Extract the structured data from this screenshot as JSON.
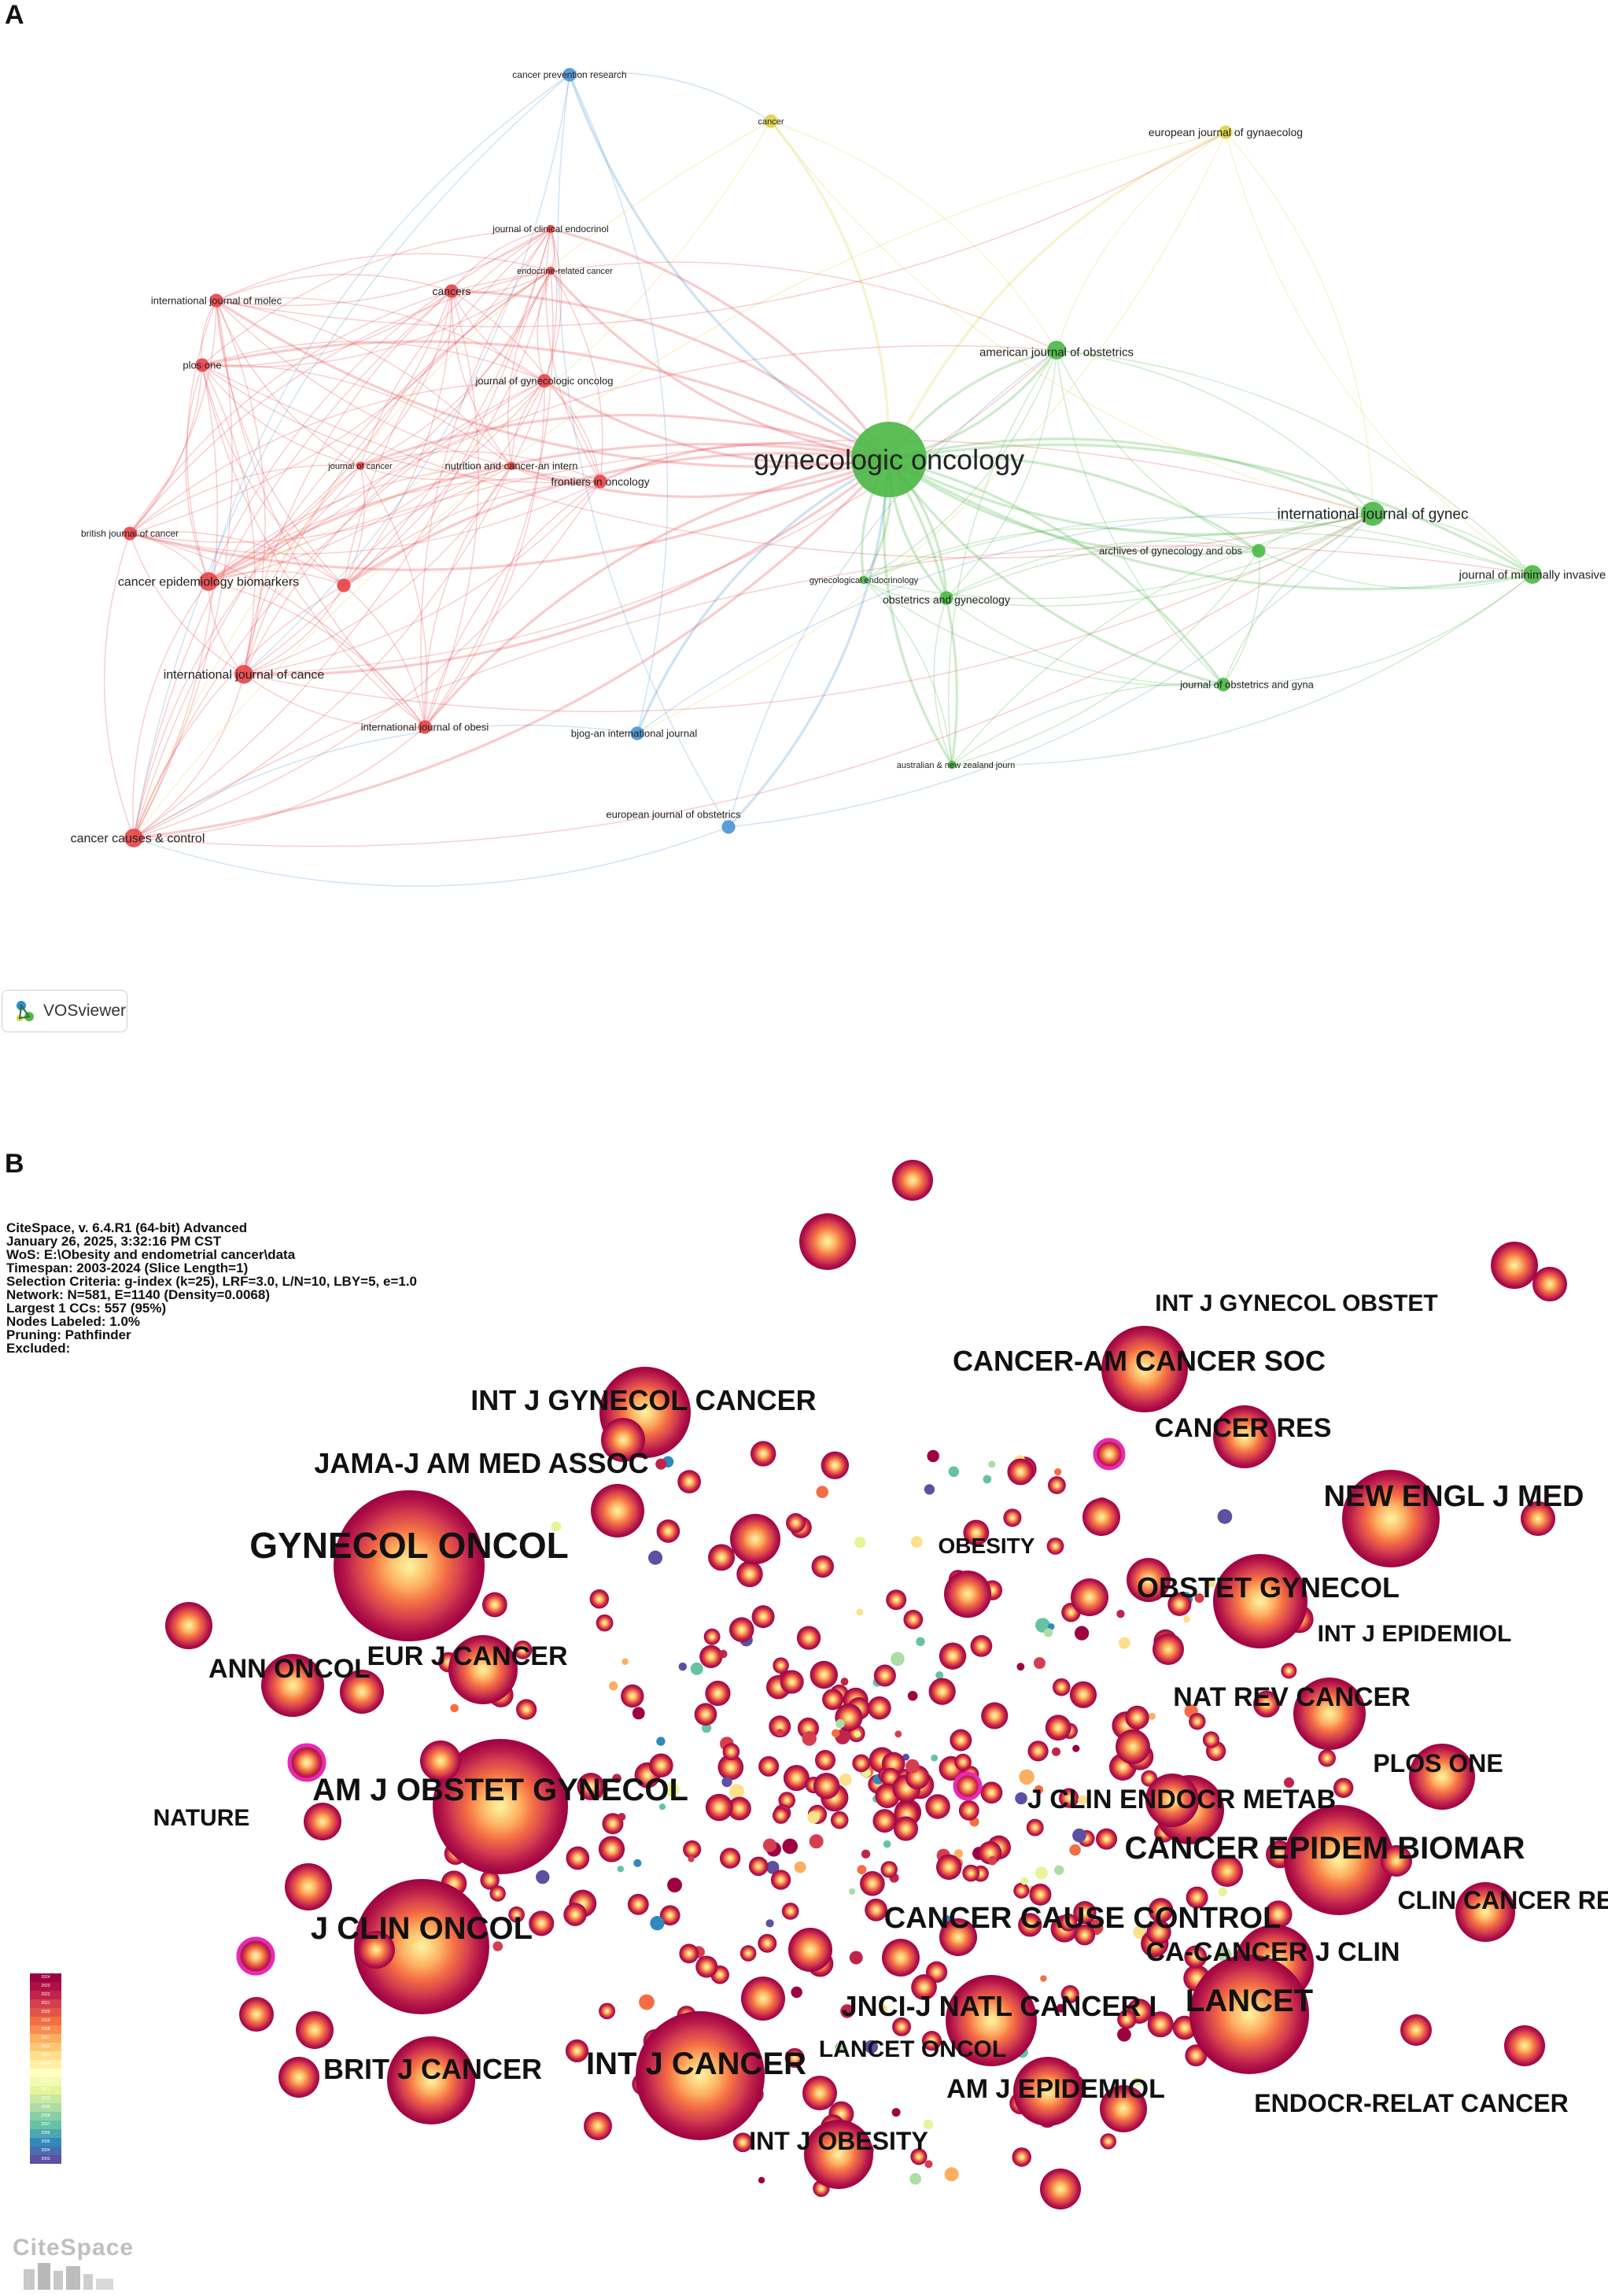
{
  "panel_a": {
    "letter": "A",
    "tool_name": "VOSviewer",
    "colors": {
      "red": "#e8464a",
      "green": "#4db848",
      "blue": "#4d96d6",
      "yellow": "#e2d44a"
    },
    "nodes": [
      {
        "id": "gyn",
        "label": "gynecologic oncology",
        "cluster": "green",
        "weight": 10
      },
      {
        "id": "ijg",
        "label": "international journal of gynec",
        "cluster": "green",
        "weight": 4
      },
      {
        "id": "ajo",
        "label": "american journal of obstetrics",
        "cluster": "green",
        "weight": 3
      },
      {
        "id": "jmi",
        "label": "journal of minimally invasive",
        "cluster": "green",
        "weight": 3
      },
      {
        "id": "agob",
        "label": "archives of gynecology and obs",
        "cluster": "green",
        "weight": 2
      },
      {
        "id": "og",
        "label": "obstetrics and gynecology",
        "cluster": "green",
        "weight": 2
      },
      {
        "id": "jog",
        "label": "journal of obstetrics and gyna",
        "cluster": "green",
        "weight": 2
      },
      {
        "id": "ge",
        "label": "gynecological endocrinology",
        "cluster": "green",
        "weight": 1
      },
      {
        "id": "anz",
        "label": "australian & new zealand journ",
        "cluster": "green",
        "weight": 1
      },
      {
        "id": "ejg",
        "label": "european journal of gynaecolog",
        "cluster": "yellow",
        "weight": 2
      },
      {
        "id": "can",
        "label": "cancer",
        "cluster": "yellow",
        "weight": 2
      },
      {
        "id": "cpr",
        "label": "cancer prevention research",
        "cluster": "blue",
        "weight": 2
      },
      {
        "id": "bjog",
        "label": "bjog-an international journal",
        "cluster": "blue",
        "weight": 2
      },
      {
        "id": "ejo",
        "label": "european journal of obstetrics",
        "cluster": "blue",
        "weight": 2
      },
      {
        "id": "jce",
        "label": "journal of clinical endocrinol",
        "cluster": "red",
        "weight": 1
      },
      {
        "id": "erc",
        "label": "endocrine-related cancer",
        "cluster": "red",
        "weight": 1
      },
      {
        "id": "cancers",
        "label": "cancers",
        "cluster": "red",
        "weight": 2
      },
      {
        "id": "ijmol",
        "label": "international journal of molec",
        "cluster": "red",
        "weight": 2
      },
      {
        "id": "plos",
        "label": "plos one",
        "cluster": "red",
        "weight": 2
      },
      {
        "id": "jgo",
        "label": "journal of gynecologic oncolog",
        "cluster": "red",
        "weight": 2
      },
      {
        "id": "joc",
        "label": "journal of cancer",
        "cluster": "red",
        "weight": 1
      },
      {
        "id": "nci",
        "label": "nutrition and cancer-an intern",
        "cluster": "red",
        "weight": 1
      },
      {
        "id": "fio",
        "label": "frontiers in oncology",
        "cluster": "red",
        "weight": 2
      },
      {
        "id": "bjc",
        "label": "british journal of cancer",
        "cluster": "red",
        "weight": 2
      },
      {
        "id": "ceb",
        "label": "cancer epidemiology biomarkers",
        "cluster": "red",
        "weight": 3
      },
      {
        "id": "ijc",
        "label": "international journal of cance",
        "cluster": "red",
        "weight": 3
      },
      {
        "id": "ijo",
        "label": "international journal of obesi",
        "cluster": "red",
        "weight": 2
      },
      {
        "id": "ccc",
        "label": "cancer causes & control",
        "cluster": "red",
        "weight": 3
      },
      {
        "id": "unl",
        "label": "",
        "cluster": "red",
        "weight": 2
      }
    ]
  },
  "panel_b": {
    "letter": "B",
    "tool_name": "CiteSpace",
    "info_lines": [
      "CiteSpace, v. 6.4.R1 (64-bit) Advanced",
      "January 26, 2025, 3:32:16 PM CST",
      "WoS: E:\\Obesity and endometrial cancer\\data",
      "Timespan: 2003-2024 (Slice Length=1)",
      "Selection Criteria: g-index (k=25), LRF=3.0, L/N=10, LBY=5, e=1.0",
      "Network: N=581, E=1140 (Density=0.0068)",
      "Largest 1 CCs: 557 (95%)",
      "Nodes Labeled: 1.0%",
      "Pruning: Pathfinder",
      "Excluded:"
    ],
    "legend_years": [
      "2024",
      "2023",
      "2022",
      "2021",
      "2020",
      "2019",
      "2018",
      "2017",
      "2016",
      "2015",
      "2014",
      "2013",
      "2012",
      "2011",
      "2010",
      "2009",
      "2008",
      "2007",
      "2006",
      "2005",
      "2004",
      "2003"
    ],
    "legend_colors": [
      "#9e0142",
      "#ad1045",
      "#c0244b",
      "#d53e4f",
      "#e35549",
      "#f46d43",
      "#f88c51",
      "#fdae61",
      "#fdc776",
      "#fee08b",
      "#fff0a6",
      "#ffffbf",
      "#f3fab0",
      "#e6f598",
      "#c7e9a0",
      "#abdda4",
      "#88cfa4",
      "#66c2a5",
      "#4fa6b1",
      "#3288bd",
      "#4a6db0",
      "#5e4fa2"
    ],
    "labels": [
      {
        "text": "INT J GYNECOL OBSTET",
        "size": 30
      },
      {
        "text": "CANCER-AM CANCER SOC",
        "size": 36
      },
      {
        "text": "INT J GYNECOL CANCER",
        "size": 36
      },
      {
        "text": "CANCER RES",
        "size": 34
      },
      {
        "text": "JAMA-J AM MED ASSOC",
        "size": 36
      },
      {
        "text": "NEW ENGL J MED",
        "size": 38
      },
      {
        "text": "GYNECOL ONCOL",
        "size": 46
      },
      {
        "text": "OBESITY",
        "size": 28
      },
      {
        "text": "OBSTET GYNECOL",
        "size": 36
      },
      {
        "text": "INT J EPIDEMIOL",
        "size": 30
      },
      {
        "text": "EUR J CANCER",
        "size": 34
      },
      {
        "text": "ANN ONCOL",
        "size": 34
      },
      {
        "text": "NAT REV CANCER",
        "size": 34
      },
      {
        "text": "PLOS ONE",
        "size": 32
      },
      {
        "text": "AM J OBSTET GYNECOL",
        "size": 40
      },
      {
        "text": "J CLIN ENDOCR METAB",
        "size": 34
      },
      {
        "text": "NATURE",
        "size": 30
      },
      {
        "text": "CANCER EPIDEM BIOMAR",
        "size": 40
      },
      {
        "text": "CLIN CANCER RES",
        "size": 32
      },
      {
        "text": "J CLIN ONCOL",
        "size": 40
      },
      {
        "text": "CANCER CAUSE CONTROL",
        "size": 38
      },
      {
        "text": "CA-CANCER J CLIN",
        "size": 34
      },
      {
        "text": "JNCI-J NATL CANCER I",
        "size": 36
      },
      {
        "text": "LANCET",
        "size": 40
      },
      {
        "text": "LANCET ONCOL",
        "size": 30
      },
      {
        "text": "BRIT J CANCER",
        "size": 36
      },
      {
        "text": "INT J CANCER",
        "size": 40
      },
      {
        "text": "AM J EPIDEMIOL",
        "size": 34
      },
      {
        "text": "ENDOCR-RELAT CANCER",
        "size": 32
      },
      {
        "text": "INT J OBESITY",
        "size": 32
      }
    ]
  }
}
